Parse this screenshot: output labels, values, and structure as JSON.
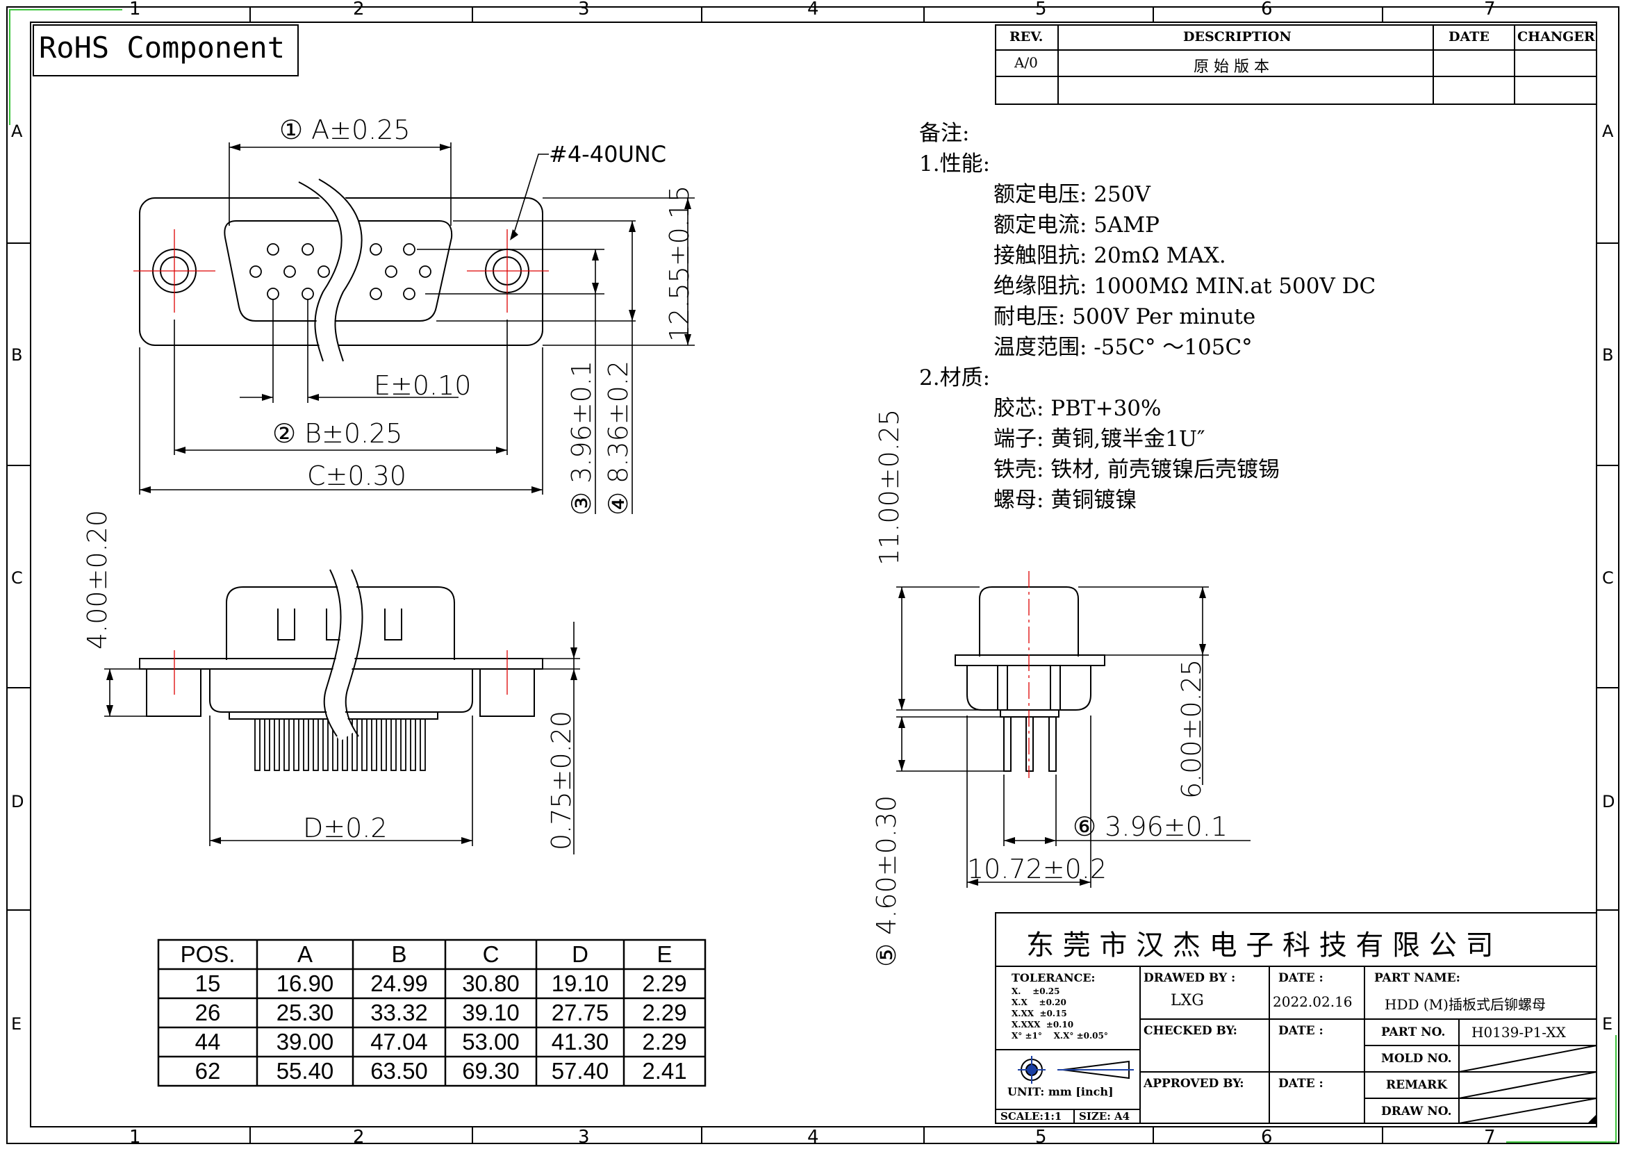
{
  "badge": "RoHS Component",
  "zones": {
    "cols": [
      "1",
      "2",
      "3",
      "4",
      "5",
      "6",
      "7"
    ],
    "rows": [
      "A",
      "B",
      "C",
      "D",
      "E"
    ]
  },
  "revision_table": {
    "headers": {
      "rev": "REV.",
      "description": "DESCRIPTION",
      "date": "DATE",
      "changer": "CHANGER"
    },
    "rows": [
      {
        "rev": "A/0",
        "description": "原 始 版 本",
        "date": "",
        "changer": ""
      }
    ]
  },
  "front_view": {
    "dim_a": "① A±0.25",
    "thread": "#4-40UNC",
    "dim_e": "E±0.10",
    "dim_b": "② B±0.25",
    "dim_c": "C±0.30",
    "dim_height": "12.55±0.15",
    "dim_3": "③ 3.96±0.1",
    "dim_4": "④ 8.36±0.2"
  },
  "bottom_view": {
    "dim_400": "4.00±0.20",
    "dim_d": "D±0.2",
    "dim_075": "0.75±0.20"
  },
  "side_view": {
    "dim_1100": "11.00±0.25",
    "dim_600": "6.00±0.25",
    "dim_460": "⑤ 4.60±0.30",
    "dim_6": "⑥ 3.96±0.1",
    "dim_1072": "10.72±0.2"
  },
  "notes": [
    {
      "text": "备注:",
      "indent": 0
    },
    {
      "text": "1.性能:",
      "indent": 0
    },
    {
      "text": "额定电压: 250V",
      "indent": 1
    },
    {
      "text": "额定电流: 5AMP",
      "indent": 1
    },
    {
      "text": "接触阻抗: 20mΩ  MAX.",
      "indent": 1
    },
    {
      "text": "绝缘阻抗: 1000MΩ  MIN.at 500V DC",
      "indent": 1
    },
    {
      "text": "耐电压: 500V Per minute",
      "indent": 1
    },
    {
      "text": "温度范围: -55C° ～105C°",
      "indent": 1
    },
    {
      "text": "2.材质:",
      "indent": 0
    },
    {
      "text": "胶芯: PBT+30%",
      "indent": 1
    },
    {
      "text": "端子: 黄铜,镀半金1U″",
      "indent": 1
    },
    {
      "text": "铁壳: 铁材, 前壳镀镍后壳镀锡",
      "indent": 1
    },
    {
      "text": "螺母: 黄铜镀镍",
      "indent": 1
    }
  ],
  "dimension_table": {
    "headers": [
      "POS.",
      "A",
      "B",
      "C",
      "D",
      "E"
    ],
    "rows": [
      [
        "15",
        "16.90",
        "24.99",
        "30.80",
        "19.10",
        "2.29"
      ],
      [
        "26",
        "25.30",
        "33.32",
        "39.10",
        "27.75",
        "2.29"
      ],
      [
        "44",
        "39.00",
        "47.04",
        "53.00",
        "41.30",
        "2.29"
      ],
      [
        "62",
        "55.40",
        "63.50",
        "69.30",
        "57.40",
        "2.41"
      ]
    ]
  },
  "title_block": {
    "company": "东 莞 市 汉 杰 电 子 科 技 有 限 公 司",
    "tolerance_title": "TOLERANCE:",
    "tolerance_lines": [
      "X.    ±0.25",
      "X.X    ±0.20",
      "X.XX  ±0.15",
      "X.XXX  ±0.10",
      "X° ±1°    X.X° ±0.05°"
    ],
    "unit": "UNIT: mm  [inch]",
    "scale": "SCALE:1:1",
    "size": "SIZE: A4",
    "drawn_by_label": "DRAWED BY :",
    "drawn_by": "LXG",
    "checked_by_label": "CHECKED BY:",
    "approved_by_label": "APPROVED BY:",
    "date_label": "DATE :",
    "date": "2022.02.16",
    "part_name_label": "PART NAME:",
    "part_name": "HDD (M)插板式后铆螺母",
    "part_no_label": "PART NO.",
    "part_no": "H0139-P1-XX",
    "mold_no_label": "MOLD NO.",
    "remark_label": "REMARK",
    "draw_no_label": "DRAW NO."
  }
}
